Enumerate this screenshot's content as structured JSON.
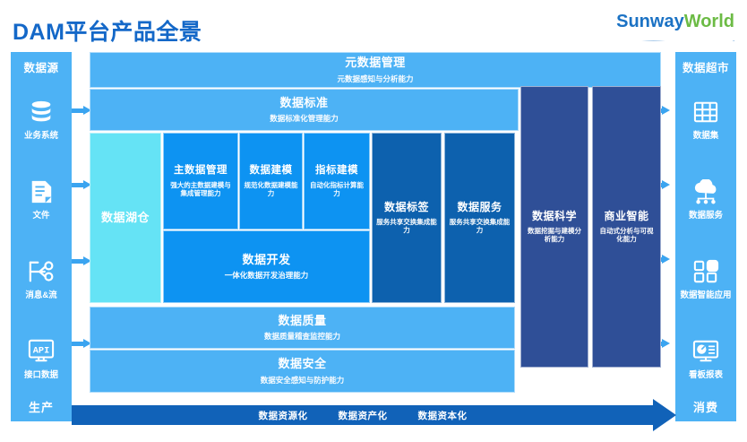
{
  "header": {
    "title": "DAM平台产品全景",
    "logo_primary": "Sunway",
    "logo_secondary": "World"
  },
  "colors": {
    "title_blue": "#1468c8",
    "light_blue": "#4db2f5",
    "mid_blue": "#0d93f2",
    "cyan": "#65e3f5",
    "deep_blue": "#0d61ae",
    "navy": "#2f4f97",
    "banner_blue": "#1162b8",
    "logo_green": "#6cbb45"
  },
  "left_panel": {
    "title": "数据源",
    "footer": "生产",
    "items": [
      {
        "icon": "database-icon",
        "label": "业务系统"
      },
      {
        "icon": "document-icon",
        "label": "文件"
      },
      {
        "icon": "message-stream-icon",
        "label": "消息&流"
      },
      {
        "icon": "api-monitor-icon",
        "label": "接口数据"
      }
    ]
  },
  "right_panel": {
    "title": "数据超市",
    "footer": "消费",
    "items": [
      {
        "icon": "grid-table-icon",
        "label": "数据集"
      },
      {
        "icon": "cloud-service-icon",
        "label": "数据服务"
      },
      {
        "icon": "app-blocks-icon",
        "label": "数据智能应用"
      },
      {
        "icon": "dashboard-report-icon",
        "label": "看板报表"
      }
    ]
  },
  "core": {
    "metadata": {
      "title": "元数据管理",
      "subtitle": "元数据感知与分析能力"
    },
    "standard": {
      "title": "数据标准",
      "subtitle": "数据标准化管理能力"
    },
    "lakehouse": {
      "title": "数据湖仓",
      "subtitle": ""
    },
    "master_data": {
      "title": "主数据管理",
      "subtitle": "强大的主数据建模与集成管理能力"
    },
    "data_modeling": {
      "title": "数据建模",
      "subtitle": "规范化数据建模能力"
    },
    "metric_model": {
      "title": "指标建模",
      "subtitle": "自动化指标计算能力"
    },
    "data_dev": {
      "title": "数据开发",
      "subtitle": "一体化数据开发治理能力"
    },
    "data_tag": {
      "title": "数据标签",
      "subtitle": "服务共享交换集成能力"
    },
    "data_service": {
      "title": "数据服务",
      "subtitle": "服务共享交换集成能力"
    },
    "data_science": {
      "title": "数据科学",
      "subtitle": "数据挖掘与建模分析能力"
    },
    "bi": {
      "title": "商业智能",
      "subtitle": "自动式分析与可视化能力"
    },
    "data_quality": {
      "title": "数据质量",
      "subtitle": "数据质量稽查监控能力"
    },
    "data_security": {
      "title": "数据安全",
      "subtitle": "数据安全感知与防护能力"
    }
  },
  "banner": {
    "stages": [
      "数据资源化",
      "数据资产化",
      "数据资本化"
    ]
  }
}
